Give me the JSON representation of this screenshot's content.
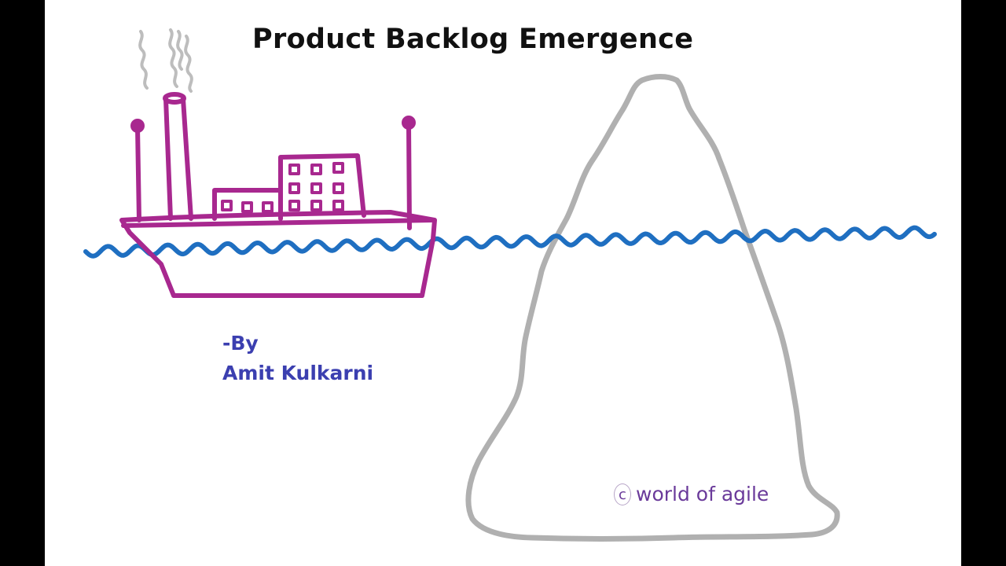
{
  "title": "Product Backlog Emergence",
  "byline": {
    "prefix": "-By",
    "author": "Amit Kulkarni"
  },
  "copyright": {
    "symbol": "c",
    "text": "world of agile"
  },
  "colors": {
    "background": "#ffffff",
    "frame": "#000000",
    "title_text": "#111111",
    "ship": "#a8288f",
    "water": "#1f6fc1",
    "iceberg": "#b0b0b0",
    "smoke": "#bdbdbd",
    "byline_text": "#3b3fb0",
    "copyright_text": "#6a3a9a"
  },
  "illustration": {
    "ship": "steamship",
    "water": "wave-line",
    "iceberg": "iceberg-outline"
  }
}
